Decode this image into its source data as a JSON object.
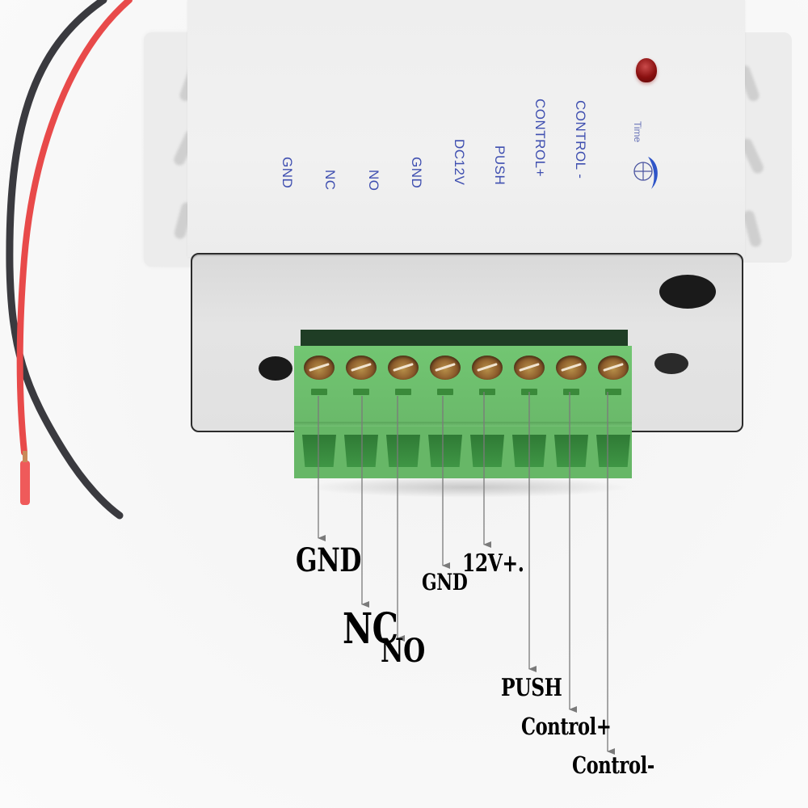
{
  "device": {
    "type": "access control power supply",
    "led_color": "#8a1010",
    "silkscreen_color": "#3f4fb0",
    "brand": {
      "text": "Time",
      "logo_icon": "globe-crosshair-icon"
    },
    "silkscreen_labels": [
      "CONTROL -",
      "CONTROL+",
      "PUSH",
      "DC12V",
      "GND",
      "NO",
      "NC",
      "GND"
    ]
  },
  "wires": [
    {
      "color": "#e84a4a",
      "name": "red"
    },
    {
      "color": "#3a3a3f",
      "name": "black"
    }
  ],
  "terminal_block": {
    "color": "#6cc06c",
    "terminal_count": 8
  },
  "callouts": [
    {
      "id": "gnd1",
      "label": "GND"
    },
    {
      "id": "nc",
      "label": "NC"
    },
    {
      "id": "no",
      "label": "NO"
    },
    {
      "id": "gnd2",
      "label": "GND"
    },
    {
      "id": "v12",
      "label": "12V+."
    },
    {
      "id": "push",
      "label": "PUSH"
    },
    {
      "id": "ctrl_plus",
      "label": "Control+"
    },
    {
      "id": "ctrl_minus",
      "label": "Control-"
    }
  ]
}
